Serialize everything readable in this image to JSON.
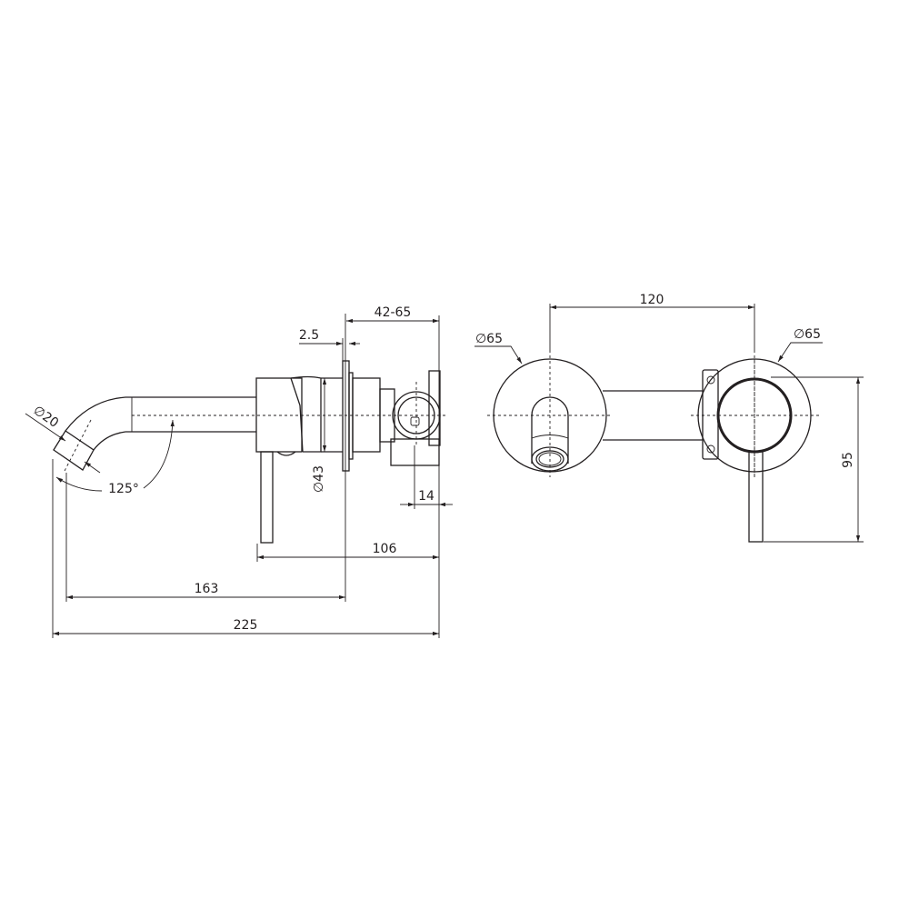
{
  "drawing": {
    "side_view": {
      "dimensions": {
        "spout_diameter": "∅20",
        "spout_angle": "125°",
        "overall_length": "225",
        "spout_to_wall": "163",
        "lever_to_back": "106",
        "wall_depth_range": "42-65",
        "plate_thickness": "2.5",
        "body_diameter": "∅43",
        "valve_offset": "14"
      }
    },
    "front_view": {
      "dimensions": {
        "center_spacing": "120",
        "spout_plate_diameter": "∅65",
        "mixer_plate_diameter": "∅65",
        "lever_height": "95"
      }
    },
    "line_color": "#231f20"
  }
}
